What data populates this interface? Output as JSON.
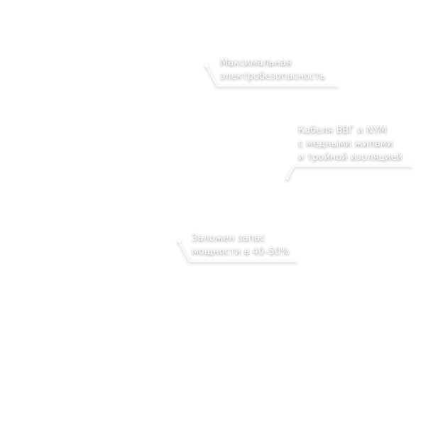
{
  "callouts": [
    {
      "lines": [
        "Максимальная",
        "электробезопасность"
      ]
    },
    {
      "lines": [
        "Кабеля ВВГ и NYM",
        "с медными жилами",
        "и тройной изоляцией"
      ]
    },
    {
      "lines": [
        "Заложен запас",
        "мощности в 40–50%"
      ]
    }
  ]
}
